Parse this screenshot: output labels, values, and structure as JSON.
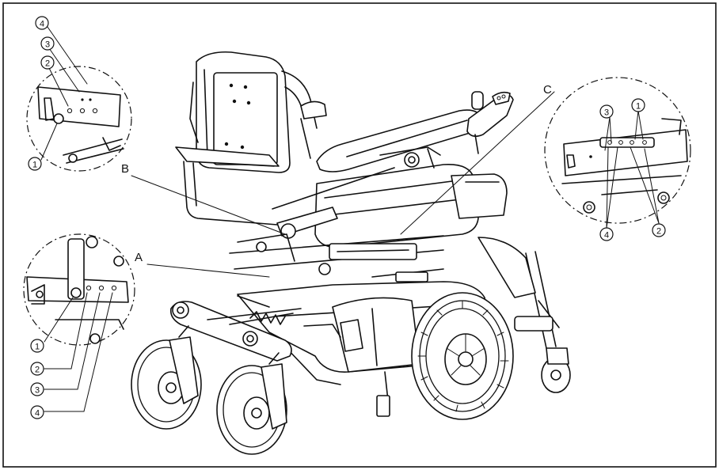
{
  "callouts": {
    "A": "A",
    "B": "B",
    "C": "C"
  },
  "detail_top_left": {
    "n1": "1",
    "n2": "2",
    "n3": "3",
    "n4": "4"
  },
  "detail_bottom_left": {
    "n1": "1",
    "n2": "2",
    "n3": "3",
    "n4": "4"
  },
  "detail_right": {
    "n1": "1",
    "n2": "2",
    "n3": "3",
    "n4": "4"
  }
}
